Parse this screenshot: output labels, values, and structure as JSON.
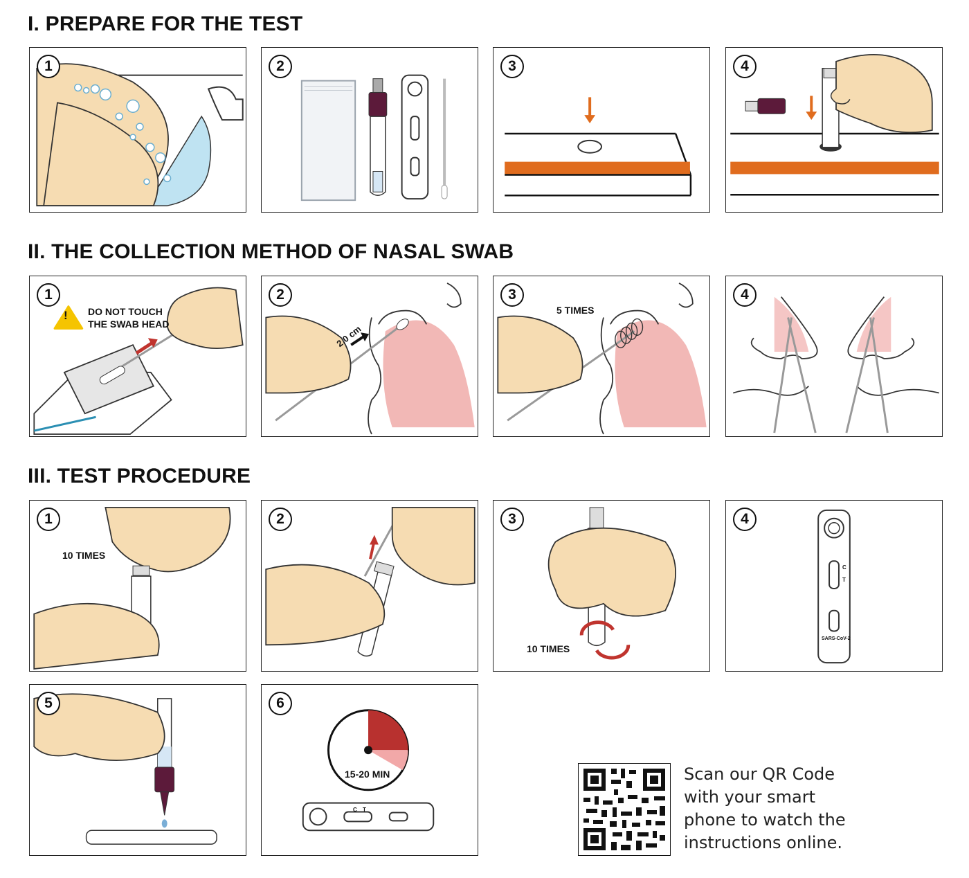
{
  "sections": [
    {
      "title": "I. PREPARE FOR THE TEST"
    },
    {
      "title": "II. THE COLLECTION METHOD OF NASAL SWAB"
    },
    {
      "title": "III. TEST PROCEDURE"
    }
  ],
  "prepare": {
    "steps": [
      "1",
      "2",
      "3",
      "4"
    ]
  },
  "collection": {
    "steps": [
      "1",
      "2",
      "3",
      "4"
    ],
    "warning_line1": "DO NOT TOUCH",
    "warning_line2": "THE SWAB HEAD",
    "warning_icon": "!",
    "depth_label": "2.0 cm",
    "rotations_label": "5 TIMES"
  },
  "procedure": {
    "steps": [
      "1",
      "2",
      "3",
      "4",
      "5",
      "6"
    ],
    "stir_label": "10 TIMES",
    "squeeze_label": "10 TIMES",
    "timer_label": "15-20 MIN",
    "cassette_text": "SARS-CoV-2",
    "line_c": "C",
    "line_t": "T"
  },
  "qr": {
    "lines": [
      "Scan our QR Code",
      "with your smart",
      "phone to watch the",
      "instructions online."
    ]
  },
  "colors": {
    "skin": "#f6dcb2",
    "skin_outline": "#333333",
    "orange": "#e06c1e",
    "purple": "#5c1a3a",
    "red_arrow": "#c0342e",
    "nasal_pink": "#f2b8b6",
    "water_blue": "#bfe3f2",
    "timer_red": "#b8312f",
    "timer_pink": "#f2a8a8"
  }
}
